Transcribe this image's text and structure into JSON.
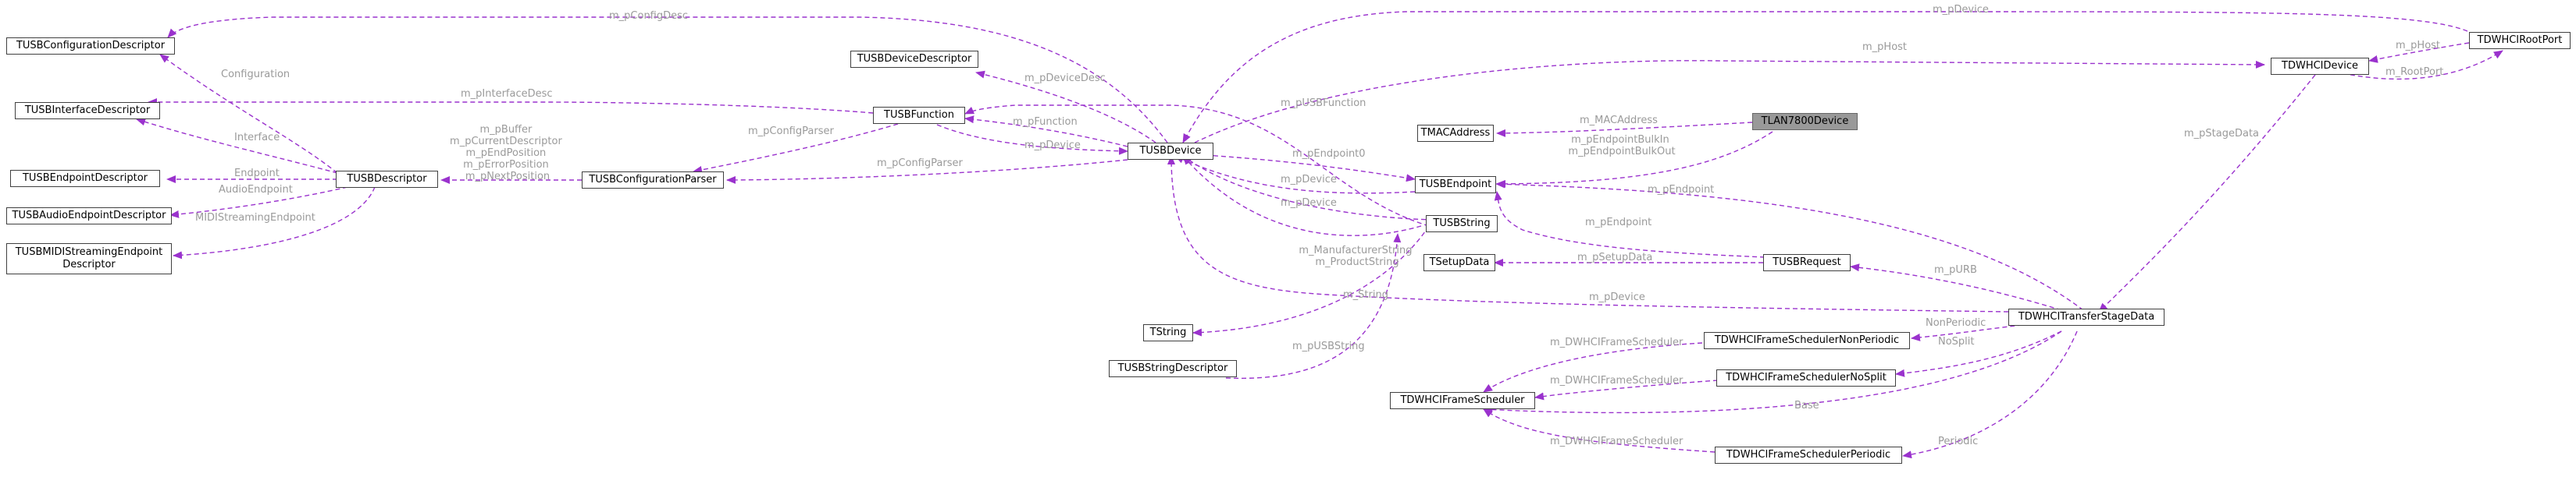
{
  "colors": {
    "edge": "#9a32cd",
    "label": "#9a9a9a",
    "node_border": "#404040",
    "focus_fill": "#999999"
  },
  "nodes": {
    "config_descriptor": "TUSBConfigurationDescriptor",
    "interface_descriptor": "TUSBInterfaceDescriptor",
    "endpoint_descriptor": "TUSBEndpointDescriptor",
    "audio_endpoint_descriptor": "TUSBAudioEndpointDescriptor",
    "midi_endpoint_descriptor": "TUSBMIDIStreamingEndpoint\nDescriptor",
    "descriptor": "TUSBDescriptor",
    "config_parser": "TUSBConfigurationParser",
    "device_descriptor": "TUSBDeviceDescriptor",
    "function": "TUSBFunction",
    "device": "TUSBDevice",
    "mac_address": "TMACAddress",
    "lan7800": "TLAN7800Device",
    "endpoint": "TUSBEndpoint",
    "usb_string": "TUSBString",
    "setup_data": "TSetupData",
    "request": "TUSBRequest",
    "tstring": "TString",
    "string_descriptor": "TUSBStringDescriptor",
    "hci_device": "TDWHCIDevice",
    "root_port": "TDWHCIRootPort",
    "transfer_stage": "TDWHCITransferStageData",
    "sched_nonperiodic": "TDWHCIFrameSchedulerNonPeriodic",
    "sched_nosplit": "TDWHCIFrameSchedulerNoSplit",
    "scheduler": "TDWHCIFrameScheduler",
    "sched_periodic": "TDWHCIFrameSchedulerPeriodic"
  },
  "edge_labels": {
    "config_desc": "m_pConfigDesc",
    "configuration": "Configuration",
    "interface_desc": "m_pInterfaceDesc",
    "interface": "Interface",
    "endpoint": "Endpoint",
    "audio_endpoint": "AudioEndpoint",
    "midi_streaming_endpoint": "MIDIStreamingEndpoint",
    "parser_members": "m_pBuffer\nm_pCurrentDescriptor\nm_pEndPosition\nm_pErrorPosition\nm_pNextPosition",
    "config_parser_fn": "m_pConfigParser",
    "config_parser_dev": "m_pConfigParser",
    "device_desc": "m_pDeviceDesc",
    "usb_function": "m_pUSBFunction",
    "function": "m_pFunction",
    "device_fn": "m_pDevice",
    "mac_address": "m_MACAddress",
    "endpoint_bulk": "m_pEndpointBulkIn\nm_pEndpointBulkOut",
    "endpoint0": "m_pEndpoint0",
    "device_ep": "m_pDevice",
    "device_str": "m_pDevice",
    "strings": "m_ManufacturerString\nm_ProductString",
    "endpoint_req": "m_pEndpoint",
    "setup_data": "m_pSetupData",
    "string_buf": "m_String",
    "usb_string_ptr": "m_pUSBString",
    "host": "m_pHost",
    "device_rp": "m_pDevice",
    "host_rp": "m_pHost",
    "root_port": "m_RootPort",
    "stage_data": "m_pStageData",
    "endpoint_td": "m_pEndpoint",
    "urb": "m_pURB",
    "device_td": "m_pDevice",
    "nonperiodic": "NonPeriodic",
    "nosplit": "NoSplit",
    "fs_nonperiodic": "m_DWHCIFrameScheduler",
    "fs_nosplit": "m_DWHCIFrameScheduler",
    "base": "Base",
    "fs_periodic": "m_DWHCIFrameScheduler",
    "periodic": "Periodic"
  }
}
